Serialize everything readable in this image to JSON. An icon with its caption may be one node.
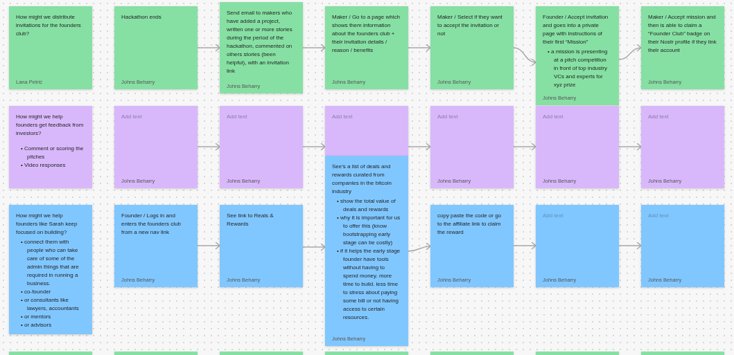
{
  "diagram": {
    "nodes": [
      {
        "text": [
          "How might we distribute invitations for the founders club?",
          "Lana Petrić"
        ]
      },
      {
        "text": [
          "Hackathon ends",
          "Johns Beharry"
        ]
      },
      {
        "text": [
          "Send email to makers who have added a project, written one or more stories during the period of the hackathon, commented on others stories (been helpful), with an invitation link",
          "Johns Beharry"
        ]
      },
      {
        "text": [
          "Maker / Go to a page which shows them information about the founders club + their invitation details / reason / benefits",
          "Johns Beharry"
        ]
      },
      {
        "text": [
          "Maker / Select if they want to accept the invitation or not",
          "Johns Beharry"
        ]
      },
      {
        "text": [
          "Founder / Accept invitation and goes into a private page with instructions of their first “Mission”",
          "• a mission is presenting at a pitch competition in front of top industry VCs and experts for xyz prize",
          "Johns Beharry"
        ]
      },
      {
        "text": [
          "Maker / Accept mission and then is able to claim a “Founder Club” badge on their Nostr profile if they link their account",
          "Johns Beharry"
        ]
      },
      {
        "text": [
          "How might we help founders get feedback from investors?",
          "• Comment or scoring the pitches",
          "• Video responses"
        ]
      },
      {
        "text": [
          "Add text",
          "Johns Beharry"
        ]
      },
      {
        "text": [
          "Add text",
          "Johns Beharry"
        ]
      },
      {
        "text": [
          "Add text"
        ]
      },
      {
        "text": [
          "Add text",
          "Johns Beharry"
        ]
      },
      {
        "text": [
          "Add text",
          "Johns Beharry"
        ]
      },
      {
        "text": [
          "Add text",
          "Johns Beharry"
        ]
      },
      {
        "text": [
          "How might we help founders like Sarah keep focused on building?",
          "• connect them with people who can take care of some of the admin things that are required in running a business.",
          "• co-founder",
          "• or consultants like lawyers, accountants",
          "• or mentors",
          "• or advisors"
        ]
      },
      {
        "text": [
          "Founder / Logs in and enters the founders club from a new nav link",
          "Johns Beharry"
        ]
      },
      {
        "text": [
          "See link to Reals & Rewards",
          "Johns Beharry"
        ]
      },
      {
        "text": [
          "See’s a list of deals and rewards curated from companies in the bitcoin industry",
          "• show the total value of deals and rewards",
          "• why it is important for us to offer this (know bootstrapping early stage can be costly)",
          "• if it helps the early stage founder have tools without having to spend money. more time to build. less time to stress about paying some bill or not having access to certain resources.",
          "Johns Beharry"
        ]
      },
      {
        "text": [
          "copy paste the code or go to the affiliate link to claim the reward",
          "Johns Beharry"
        ]
      },
      {
        "text": [
          "Add text",
          "Johns Beharry"
        ]
      },
      {
        "text": [
          "Add text",
          "Johns Beharry"
        ]
      },
      {
        "text": [],
        "shape": "box"
      },
      {
        "text": [],
        "shape": "box"
      },
      {
        "text": [],
        "shape": "box"
      },
      {
        "text": [],
        "shape": "box"
      },
      {
        "text": [],
        "shape": "box"
      },
      {
        "text": [],
        "shape": "box"
      },
      {
        "text": [],
        "shape": "box"
      }
    ],
    "edges": [
      {
        "from": 1,
        "to": 2,
        "arrow": "to"
      },
      {
        "from": 2,
        "to": 3,
        "arrow": "to"
      },
      {
        "from": 3,
        "to": 4,
        "arrow": "to"
      },
      {
        "from": 4,
        "to": 5,
        "arrow": "to"
      },
      {
        "from": 5,
        "to": 6,
        "arrow": "to"
      },
      {
        "from": 8,
        "to": 9,
        "arrow": "to"
      },
      {
        "from": 9,
        "to": 10,
        "arrow": "to"
      },
      {
        "from": 10,
        "to": 11,
        "arrow": "to"
      },
      {
        "from": 11,
        "to": 12,
        "arrow": "to"
      },
      {
        "from": 12,
        "to": 13,
        "arrow": "to"
      },
      {
        "from": 15,
        "to": 16,
        "arrow": "to"
      },
      {
        "from": 16,
        "to": 17,
        "arrow": "to"
      },
      {
        "from": 17,
        "to": 18,
        "arrow": "to"
      },
      {
        "from": 18,
        "to": 19,
        "arrow": "to"
      },
      {
        "from": 19,
        "to": 20,
        "arrow": "to"
      }
    ]
  }
}
